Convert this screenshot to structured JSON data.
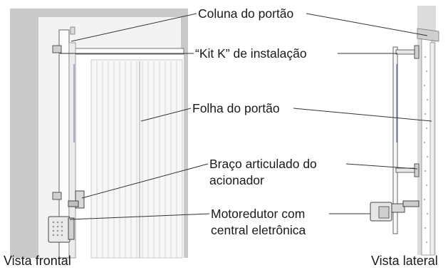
{
  "labels": {
    "gate_column": "Coluna do portão",
    "install_kit": "“Kit K” de instalação",
    "gate_leaf": "Folha do portão",
    "arm_line1": "Braço articulado do",
    "arm_line2": "acionador",
    "motor_line1": "Motoredutor com",
    "motor_line2": "central eletrônica"
  },
  "captions": {
    "front": "Vista frontal",
    "side": "Vista lateral"
  },
  "colors": {
    "wall_gray": "#c9c9c9",
    "wall_light": "#efefef",
    "line": "#333333"
  }
}
